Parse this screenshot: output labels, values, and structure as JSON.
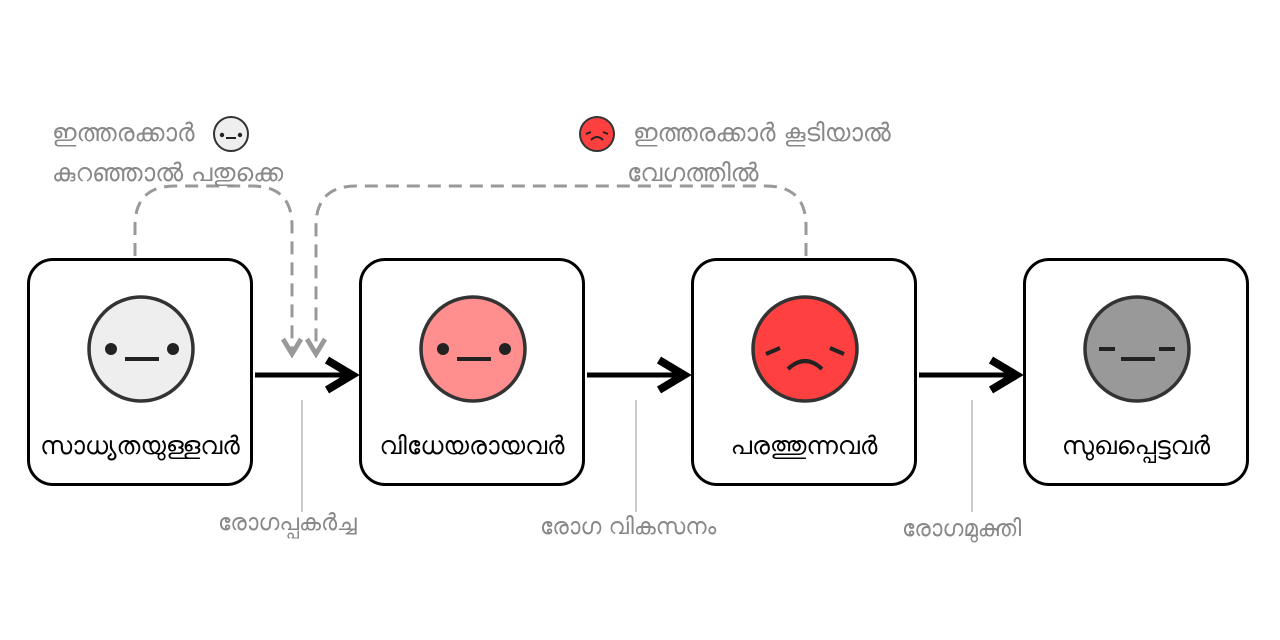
{
  "stages": [
    {
      "label": "സാധ്യതയുള്ളവർ",
      "face": "neutral",
      "color": "#eeeeee"
    },
    {
      "label": "വിധേയരായവർ",
      "face": "neutral",
      "color": "#ff8f8f"
    },
    {
      "label": "പരത്തുന്നവർ",
      "face": "sad",
      "color": "#ff4040"
    },
    {
      "label": "സുഖപ്പെട്ടവർ",
      "face": "closed-eyes",
      "color": "#999999"
    }
  ],
  "transitions": [
    "രോഗപ്പകർച്ച",
    "രോഗ വികസനം",
    "രോഗമുക്തി"
  ],
  "notes": {
    "left": {
      "line1": "ഇത്തരക്കാർ",
      "line2": "കുറഞ്ഞാൽ പതുക്കെ",
      "icon": "neutral-face-icon",
      "color": "#eeeeee"
    },
    "right": {
      "line1": "ഇത്തരക്കാർ കൂടിയാൽ",
      "line2": "വേഗത്തിൽ",
      "icon": "sad-face-icon",
      "color": "#ff4040"
    }
  }
}
